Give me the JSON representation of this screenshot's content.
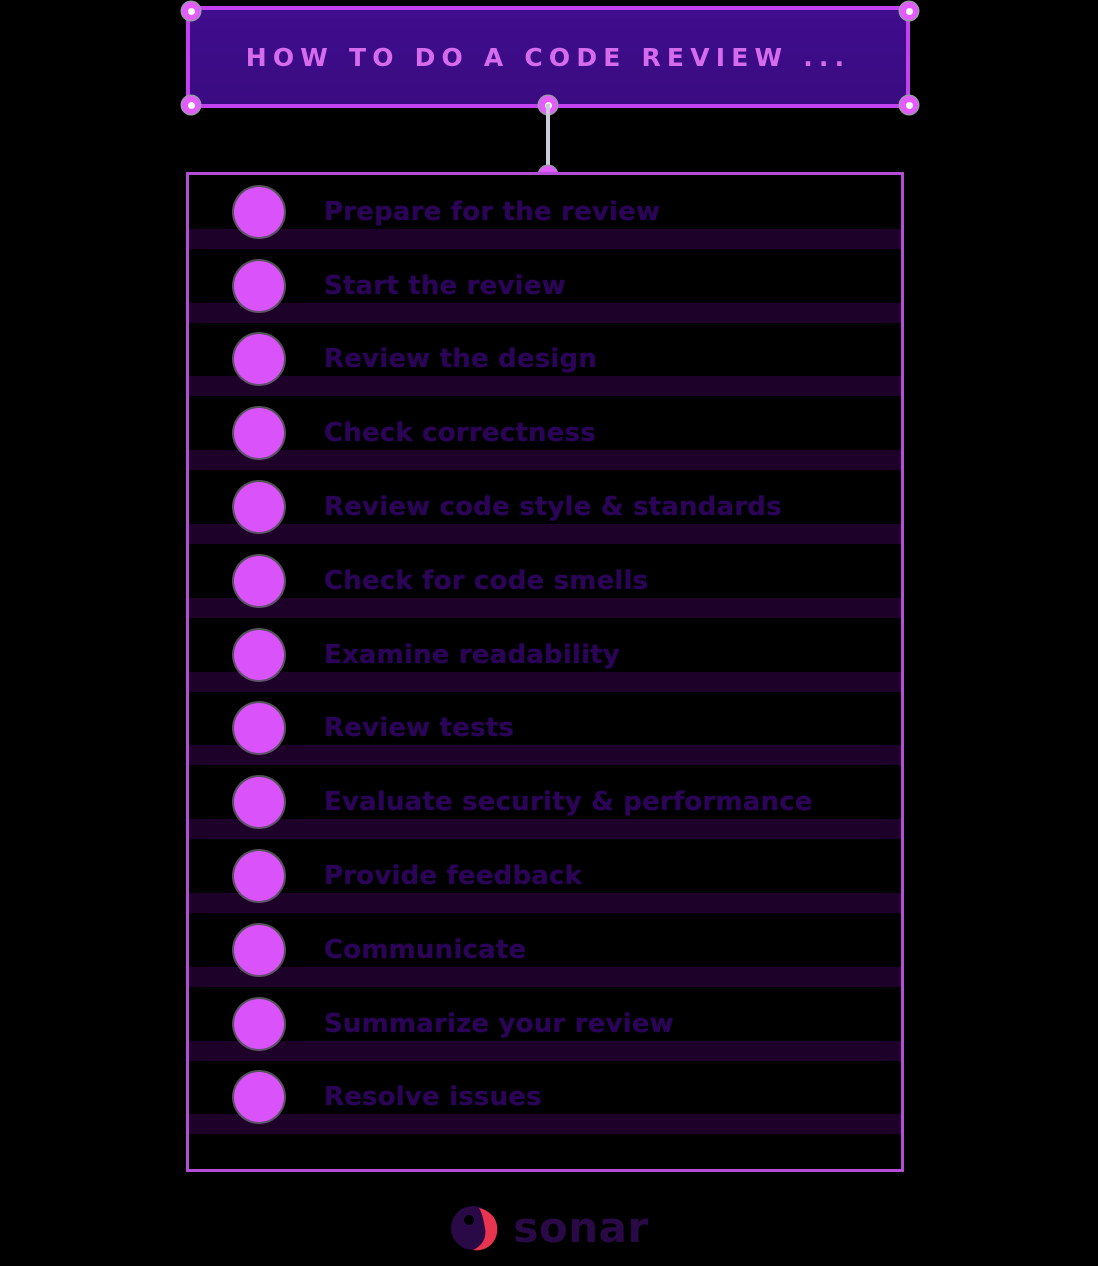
{
  "canvas": {
    "background_color": "#000000",
    "field_color": "#1E0026"
  },
  "title_block": {
    "text": "HOW TO DO A CODE REVIEW ...",
    "background_color": "#3B0B86",
    "text_color": "#D66BEE",
    "selected": true,
    "selection_border_color": "#C341F0",
    "handle_color": "#E45BFF",
    "handle_center_color": "#FFFFFF",
    "handles": [
      {
        "name": "handle-top-left",
        "position": "top-left"
      },
      {
        "name": "handle-top-right",
        "position": "top-right"
      },
      {
        "name": "handle-bottom-left",
        "position": "bottom-left"
      },
      {
        "name": "handle-bottom-center",
        "position": "bottom-center"
      },
      {
        "name": "handle-bottom-right",
        "position": "bottom-right"
      }
    ]
  },
  "connector": {
    "color": "#C9CCD9",
    "from": "title-block",
    "to": "steps-panel",
    "handle_top": "connector-handle-top",
    "handle_bottom": "connector-handle-bottom"
  },
  "steps_panel": {
    "border_color": "#B34FD6",
    "background_color": "#000000",
    "bullet_color": "#D952FA",
    "label_color": "#2B0458",
    "separator_color": "#1E0129",
    "items": [
      {
        "index": 1,
        "label": "Prepare for the review"
      },
      {
        "index": 2,
        "label": "Start the review"
      },
      {
        "index": 3,
        "label": "Review the design"
      },
      {
        "index": 4,
        "label": "Check correctness"
      },
      {
        "index": 5,
        "label": "Review code style & standards"
      },
      {
        "index": 6,
        "label": "Check for code smells"
      },
      {
        "index": 7,
        "label": "Examine readability"
      },
      {
        "index": 8,
        "label": "Review tests"
      },
      {
        "index": 9,
        "label": "Evaluate security & performance"
      },
      {
        "index": 10,
        "label": "Provide feedback"
      },
      {
        "index": 11,
        "label": "Communicate"
      },
      {
        "index": 12,
        "label": "Summarize your review"
      },
      {
        "index": 13,
        "label": "Resolve issues"
      }
    ]
  },
  "footer": {
    "logo_wordmark": "sonar",
    "logo_mark_color": "#2A0A46",
    "logo_accent_color": "#E8344E",
    "logo_word_color": "#2A0A46"
  }
}
